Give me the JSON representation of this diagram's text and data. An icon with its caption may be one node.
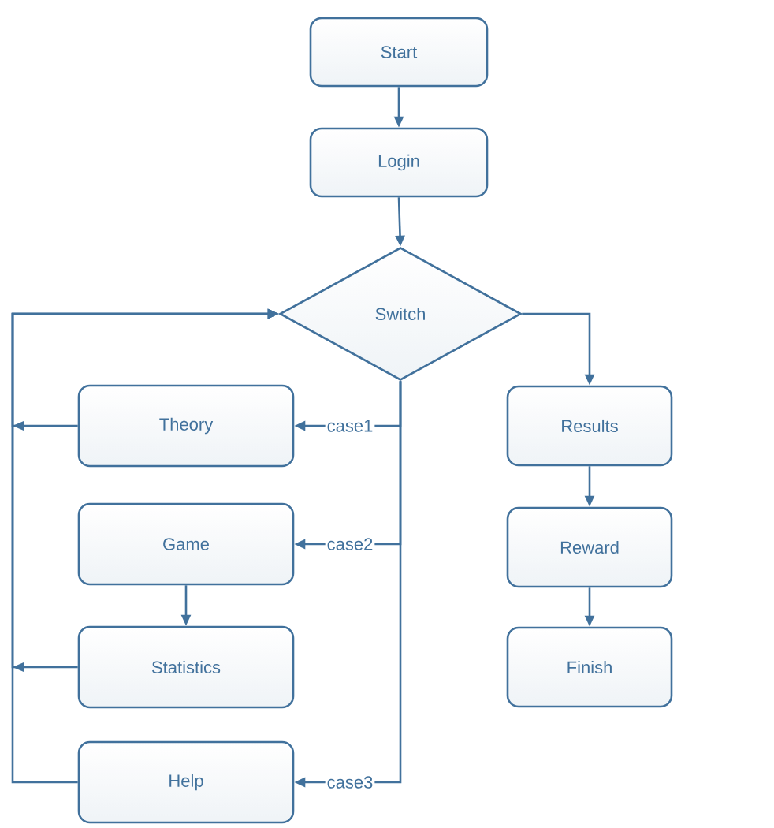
{
  "diagram": {
    "nodes": [
      {
        "text": [
          "Start"
        ]
      },
      {
        "text": [
          "Login"
        ]
      },
      {
        "text": [
          "Switch"
        ]
      },
      {
        "text": [
          "Theory"
        ]
      },
      {
        "text": [
          "Game"
        ]
      },
      {
        "text": [
          "Statistics"
        ]
      },
      {
        "text": [
          "Help"
        ]
      },
      {
        "text": [
          "Results"
        ]
      },
      {
        "text": [
          "Reward"
        ]
      },
      {
        "text": [
          "Finish"
        ]
      }
    ],
    "edges": [
      {
        "from": 0,
        "to": 1,
        "arrow": "to"
      },
      {
        "from": 1,
        "to": 2,
        "arrow": "to"
      },
      {
        "from": 2,
        "to": 3,
        "arrow": "to",
        "label": "case1"
      },
      {
        "from": 2,
        "to": 4,
        "arrow": "to",
        "label": "case2"
      },
      {
        "from": 2,
        "to": 6,
        "arrow": "to",
        "label": "case3"
      },
      {
        "from": 4,
        "to": 5,
        "arrow": "to"
      },
      {
        "from": 3,
        "to": 2,
        "arrow": "to"
      },
      {
        "from": 5,
        "to": 2,
        "arrow": "to"
      },
      {
        "from": 6,
        "to": 2,
        "arrow": "to"
      },
      {
        "from": 2,
        "to": 7,
        "arrow": "to"
      },
      {
        "from": 7,
        "to": 8,
        "arrow": "to"
      },
      {
        "from": 8,
        "to": 9,
        "arrow": "to"
      }
    ]
  }
}
